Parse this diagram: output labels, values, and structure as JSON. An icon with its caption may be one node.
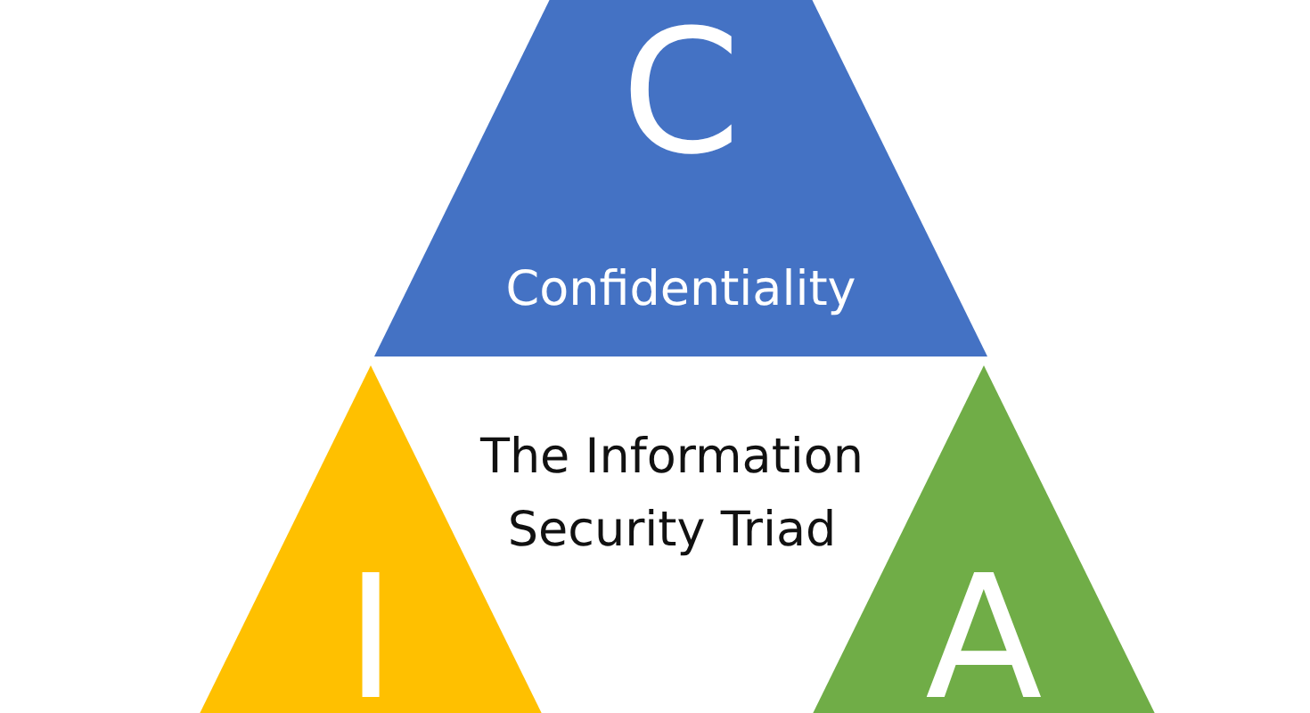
{
  "diagram": {
    "nodes": [
      {
        "text": [
          "C",
          "Confidentiality"
        ]
      },
      {
        "text": [
          "I"
        ]
      },
      {
        "text": [
          "A"
        ]
      },
      {
        "text": [
          "The Information Security Triad"
        ]
      }
    ]
  }
}
